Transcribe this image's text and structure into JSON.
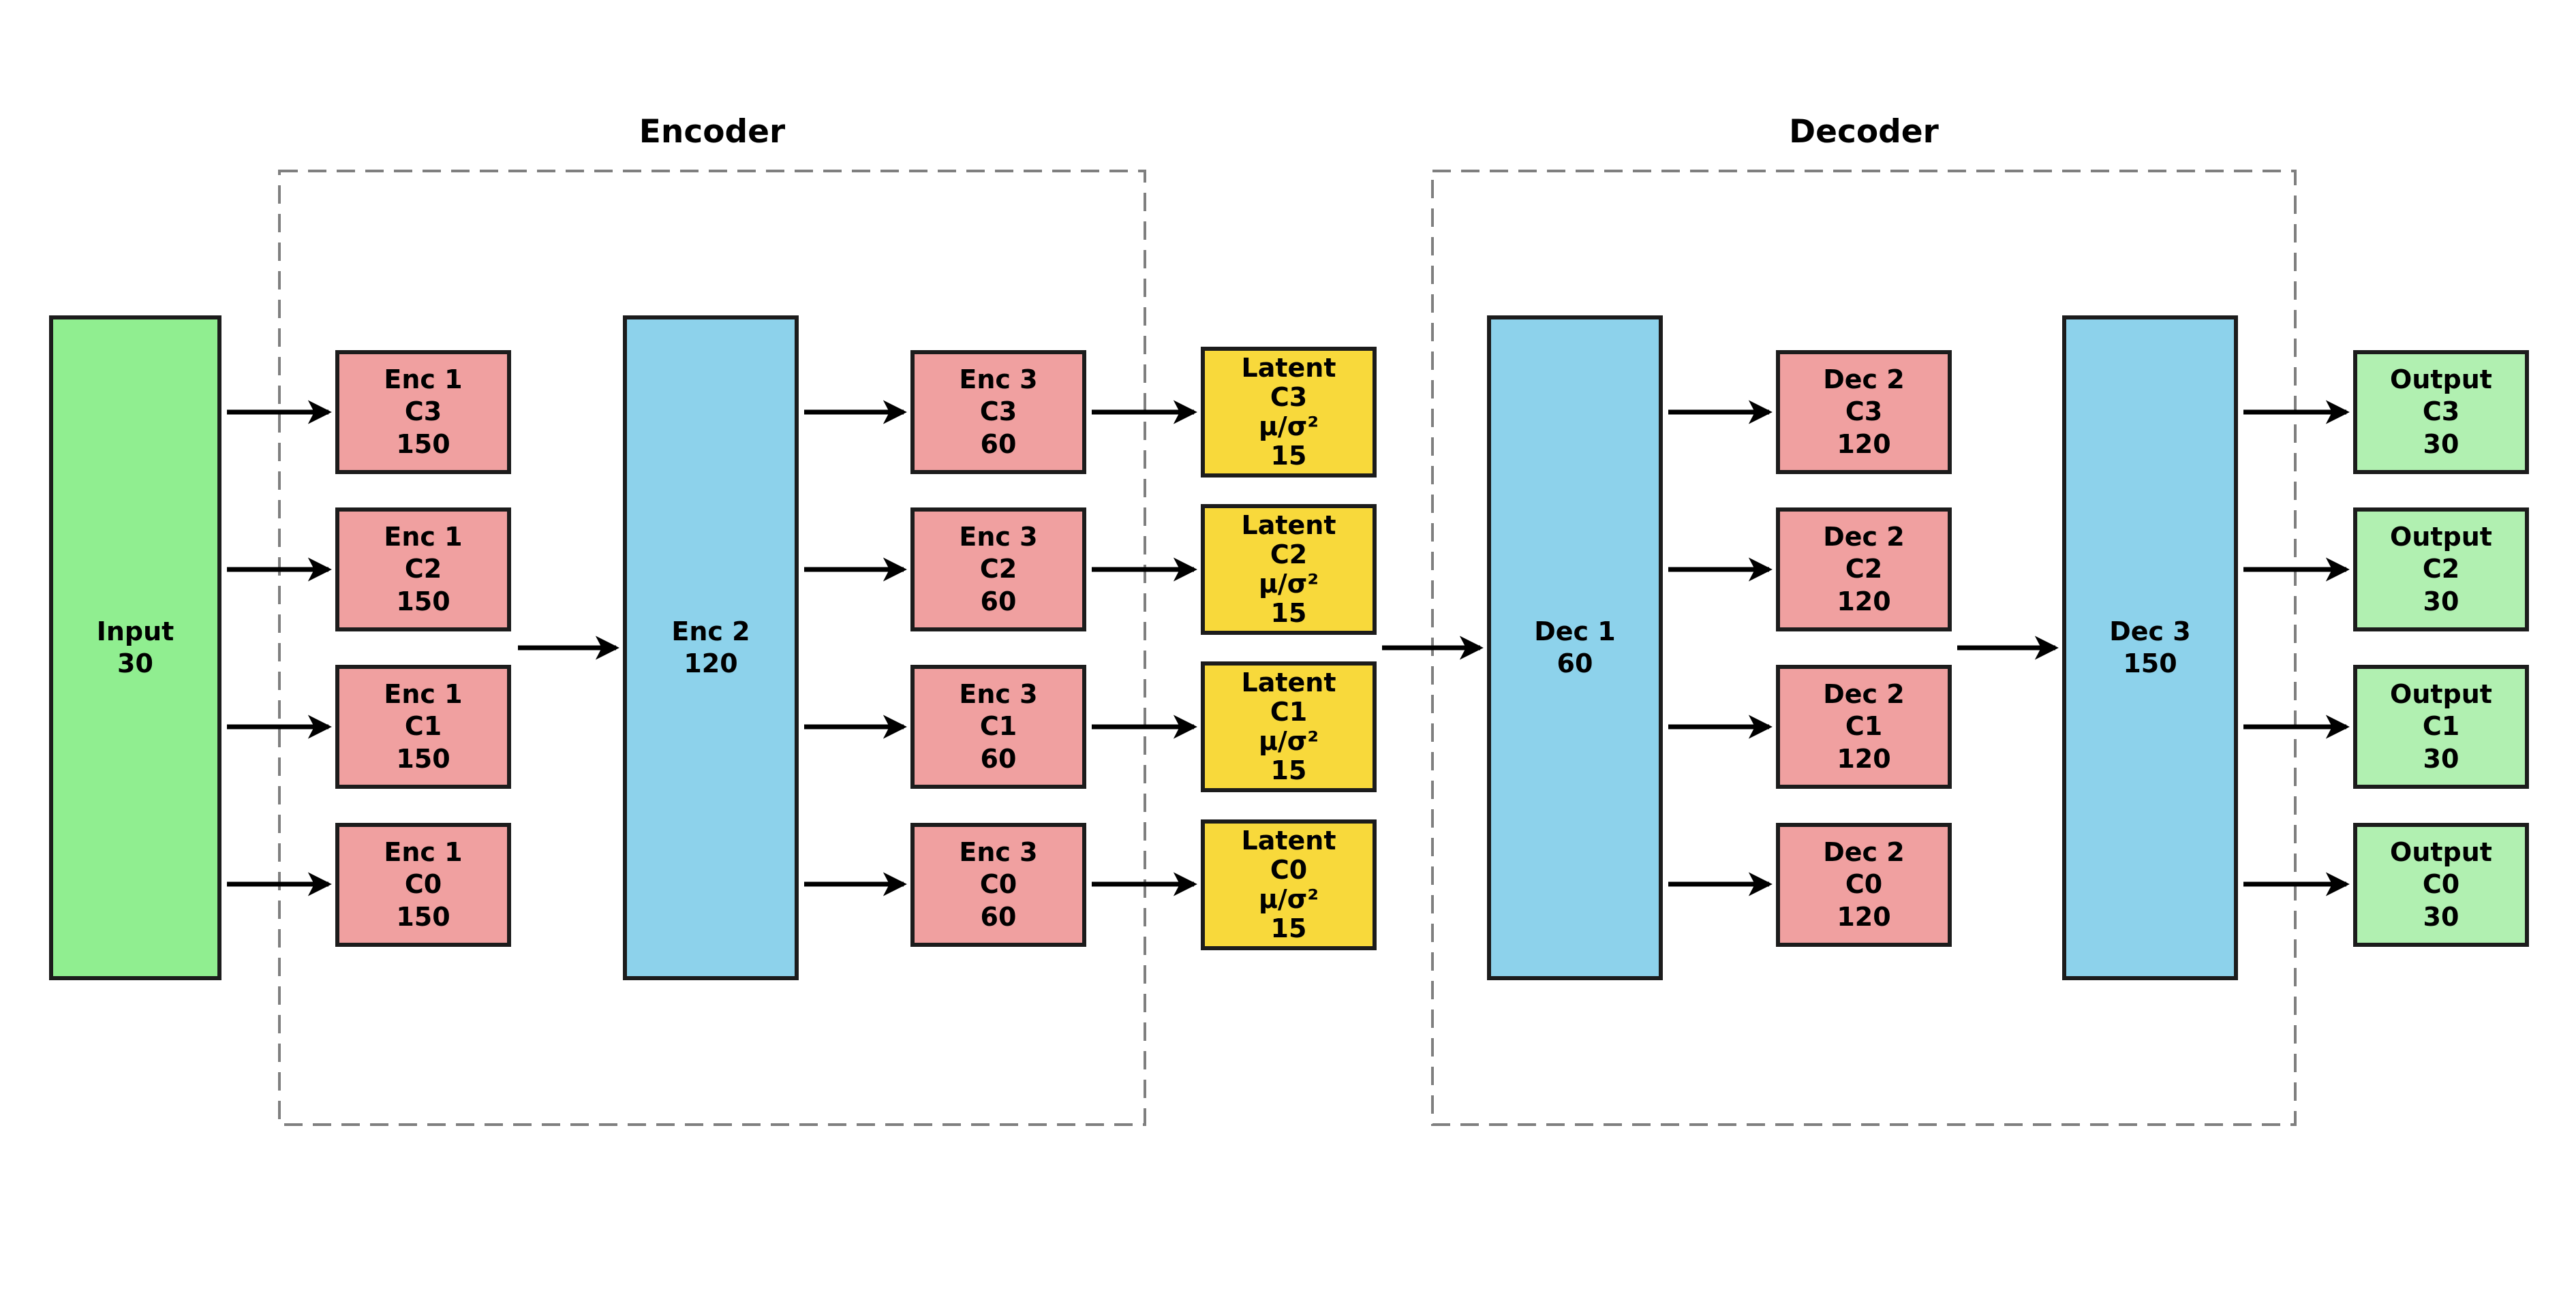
{
  "titles": {
    "encoder": "Encoder",
    "decoder": "Decoder"
  },
  "channels": [
    "C3",
    "C2",
    "C1",
    "C0"
  ],
  "blocks": {
    "input": {
      "label": "Input",
      "units": "30"
    },
    "enc1": {
      "label": "Enc 1",
      "units": "150"
    },
    "enc2": {
      "label": "Enc 2",
      "units": "120"
    },
    "enc3": {
      "label": "Enc 3",
      "units": "60"
    },
    "latent": {
      "label": "Latent",
      "stats": "μ/σ²",
      "units": "15"
    },
    "dec1": {
      "label": "Dec 1",
      "units": "60"
    },
    "dec2": {
      "label": "Dec 2",
      "units": "120"
    },
    "dec3": {
      "label": "Dec 3",
      "units": "150"
    },
    "output": {
      "label": "Output",
      "units": "30"
    }
  },
  "colors": {
    "input_block": "#90EE90",
    "output_block": "#B1F0B1",
    "channel_layer": "#F0A0A0",
    "shared_layer": "#8DD2EB",
    "latent_block": "#F8D93B",
    "boundary_dash": "#7F7F7F",
    "arrow": "#000000"
  }
}
